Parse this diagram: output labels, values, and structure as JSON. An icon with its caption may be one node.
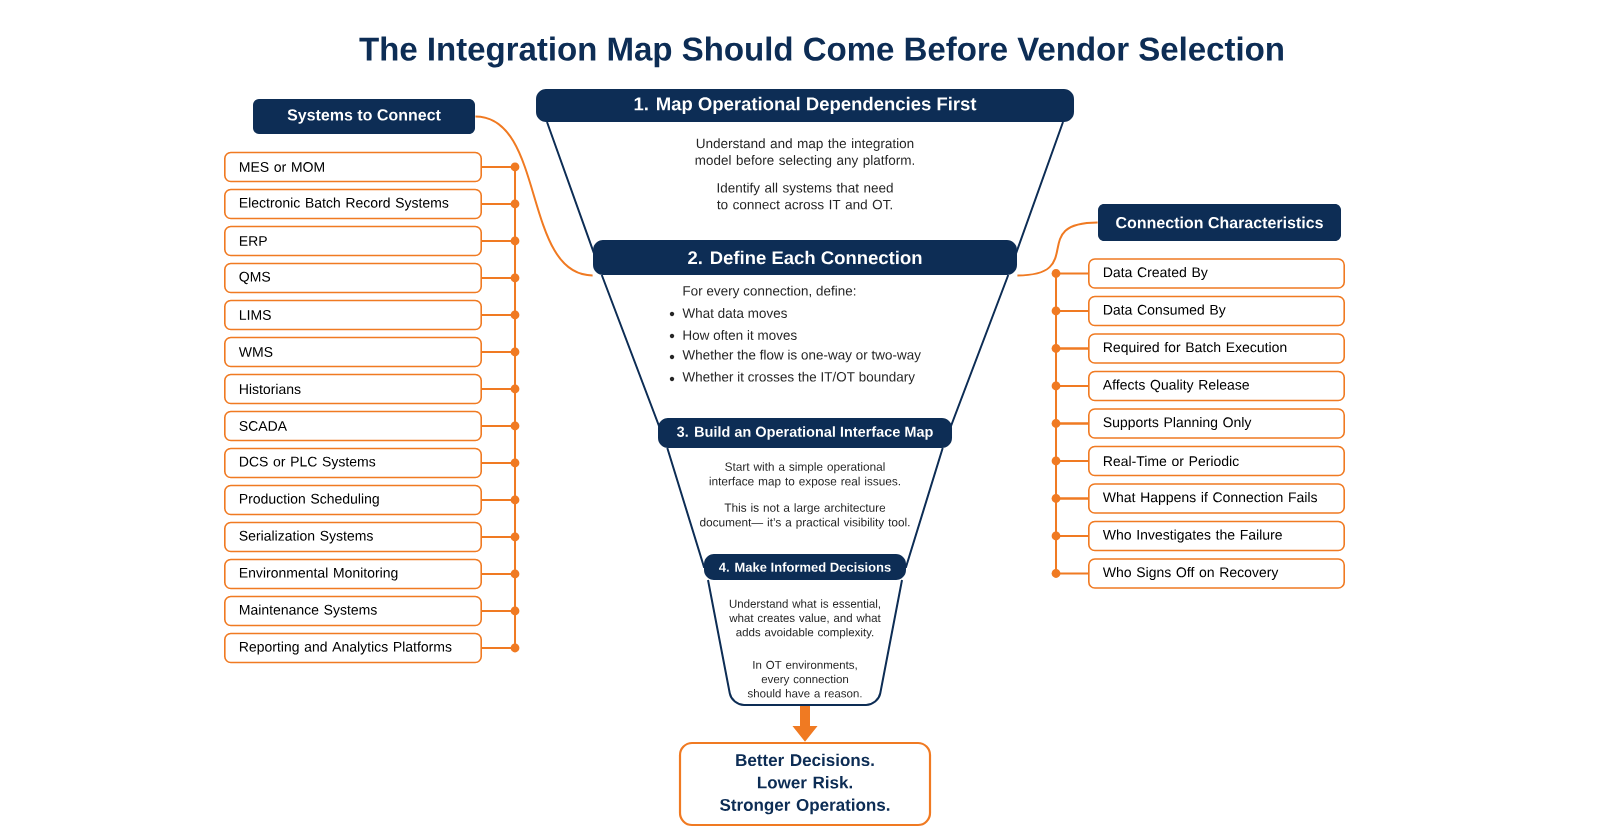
{
  "diagram": {
    "title": "The Integration Map Should Come Before Vendor Selection",
    "nodes": [
      {
        "text": [
          "Systems to Connect"
        ]
      },
      {
        "text": [
          "MES or MOM"
        ]
      },
      {
        "text": [
          "Electronic Batch Record Systems"
        ]
      },
      {
        "text": [
          "ERP"
        ]
      },
      {
        "text": [
          "QMS"
        ]
      },
      {
        "text": [
          "LIMS"
        ]
      },
      {
        "text": [
          "WMS"
        ]
      },
      {
        "text": [
          "Historians"
        ]
      },
      {
        "text": [
          "SCADA"
        ]
      },
      {
        "text": [
          "DCS or PLC Systems"
        ]
      },
      {
        "text": [
          "Production Scheduling"
        ]
      },
      {
        "text": [
          "Serialization Systems"
        ]
      },
      {
        "text": [
          "Environmental Monitoring"
        ]
      },
      {
        "text": [
          "Maintenance Systems"
        ]
      },
      {
        "text": [
          "Reporting and Analytics Platforms"
        ]
      },
      {
        "text": [
          "1. Map Operational Dependencies First",
          "Understand and map the integration model before selecting any platform.",
          "Identify all systems that need to connect across IT and OT."
        ]
      },
      {
        "text": [
          "2.  Define Each Connection",
          "For every connection, define:",
          "What data moves",
          "How often it moves",
          "Whether the flow is one-way or two-way",
          "Whether it crosses the IT/OT boundary"
        ]
      },
      {
        "text": [
          "3. Build an Operational Interface Map",
          "Start with a simple operational interface map to expose real issues.",
          "This is not a large architecture document— it’s a practical visibility tool."
        ]
      },
      {
        "text": [
          "4. Make Informed Decisions",
          "Understand what is essential, what creates value, and what adds avoidable complexity.",
          "In OT environments, every connection should have a reason."
        ]
      },
      {
        "text": [
          "Better Decisions. Lower Risk. Stronger Operations."
        ]
      },
      {
        "text": [
          "Connection Characteristics"
        ]
      },
      {
        "text": [
          "Data Created By"
        ]
      },
      {
        "text": [
          "Data Consumed By"
        ]
      },
      {
        "text": [
          "Required for Batch Execution"
        ]
      },
      {
        "text": [
          "Affects Quality Release"
        ]
      },
      {
        "text": [
          "Supports Planning Only"
        ]
      },
      {
        "text": [
          "Real-Time or Periodic"
        ]
      },
      {
        "text": [
          "What Happens if Connection Fails"
        ]
      },
      {
        "text": [
          "Who Investigates the Failure"
        ]
      },
      {
        "text": [
          "Who Signs Off on Recovery"
        ]
      }
    ],
    "edges": [
      {
        "from": 0,
        "to": 16,
        "arrow": "none"
      },
      {
        "from": 16,
        "to": 20,
        "arrow": "none"
      },
      {
        "from": 1,
        "to": 2,
        "arrow": "none"
      },
      {
        "from": 2,
        "to": 3,
        "arrow": "none"
      },
      {
        "from": 3,
        "to": 4,
        "arrow": "none"
      },
      {
        "from": 4,
        "to": 5,
        "arrow": "none"
      },
      {
        "from": 5,
        "to": 6,
        "arrow": "none"
      },
      {
        "from": 6,
        "to": 7,
        "arrow": "none"
      },
      {
        "from": 7,
        "to": 8,
        "arrow": "none"
      },
      {
        "from": 8,
        "to": 9,
        "arrow": "none"
      },
      {
        "from": 9,
        "to": 10,
        "arrow": "none"
      },
      {
        "from": 10,
        "to": 11,
        "arrow": "none"
      },
      {
        "from": 11,
        "to": 12,
        "arrow": "none"
      },
      {
        "from": 12,
        "to": 13,
        "arrow": "none"
      },
      {
        "from": 13,
        "to": 14,
        "arrow": "none"
      },
      {
        "from": 21,
        "to": 22,
        "arrow": "none"
      },
      {
        "from": 22,
        "to": 23,
        "arrow": "none"
      },
      {
        "from": 23,
        "to": 24,
        "arrow": "none"
      },
      {
        "from": 24,
        "to": 25,
        "arrow": "none"
      },
      {
        "from": 25,
        "to": 26,
        "arrow": "none"
      },
      {
        "from": 26,
        "to": 27,
        "arrow": "none"
      },
      {
        "from": 27,
        "to": 28,
        "arrow": "none"
      },
      {
        "from": 28,
        "to": 29,
        "arrow": "none"
      },
      {
        "from": 18,
        "to": 19,
        "arrow": "to",
        "style": "thick"
      }
    ]
  }
}
